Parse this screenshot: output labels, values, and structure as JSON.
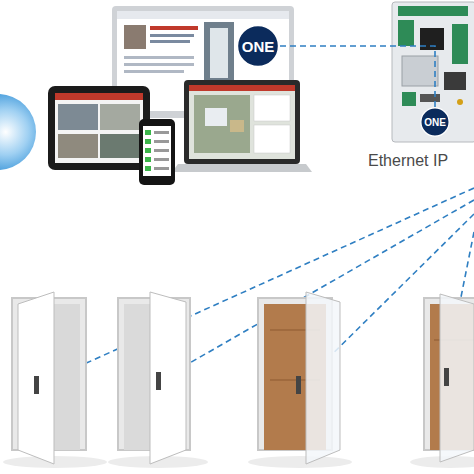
{
  "diagram": {
    "nodes": [
      {
        "text": [
          "ONE"
        ]
      },
      {
        "text": [
          "ONE"
        ]
      }
    ],
    "edges": [
      {
        "from": 0,
        "to": 1,
        "arrow": "none"
      }
    ],
    "labels": [
      "Ethernet IP"
    ]
  }
}
